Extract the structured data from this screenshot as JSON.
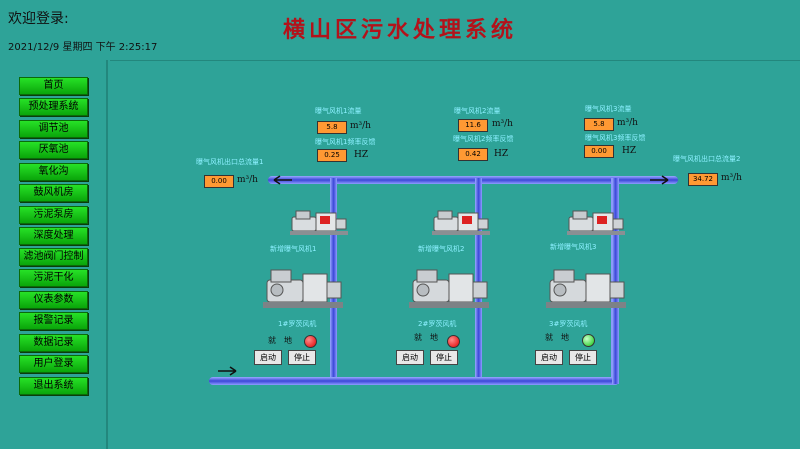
{
  "header": {
    "welcome": "欢迎登录:",
    "datetime": "2021/12/9 星期四 下午 2:25:17",
    "title": "横山区污水处理系统"
  },
  "nav": [
    "首页",
    "预处理系统",
    "调节池",
    "厌氧池",
    "氧化沟",
    "鼓风机房",
    "污泥泵房",
    "深度处理",
    "滤池阀门控制",
    "污泥干化",
    "仪表参数",
    "报警记录",
    "数据记录",
    "用户登录",
    "退出系统"
  ],
  "main": {
    "outlet_total_1": {
      "label": "曝气风机出口总流量1",
      "value": "0.00",
      "unit": "m³/h"
    },
    "outlet_total_2": {
      "label": "曝气风机出口总流量2",
      "value": "34.72",
      "unit": "m³/h"
    },
    "fans": [
      {
        "flow_label": "曝气风机1流量",
        "flow": "5.8",
        "flow_unit": "m³/h",
        "freq_label": "曝气风机1频率反馈",
        "freq": "0.25",
        "freq_unit": "HZ",
        "new_fan": "新增曝气风机1",
        "roots": "1#罗茨风机",
        "local": "就　地",
        "lamp": "red",
        "start": "启动",
        "stop": "停止"
      },
      {
        "flow_label": "曝气风机2流量",
        "flow": "11.6",
        "flow_unit": "m³/h",
        "freq_label": "曝气风机2频率反馈",
        "freq": "0.42",
        "freq_unit": "HZ",
        "new_fan": "新增曝气风机2",
        "roots": "2#罗茨风机",
        "local": "就　地",
        "lamp": "red",
        "start": "启动",
        "stop": "停止"
      },
      {
        "flow_label": "曝气风机3流量",
        "flow": "5.8",
        "flow_unit": "m³/h",
        "freq_label": "曝气风机3频率反馈",
        "freq": "0.00",
        "freq_unit": "HZ",
        "new_fan": "新增曝气风机3",
        "roots": "3#罗茨风机",
        "local": "就　地",
        "lamp": "green",
        "start": "启动",
        "stop": "停止"
      }
    ]
  }
}
